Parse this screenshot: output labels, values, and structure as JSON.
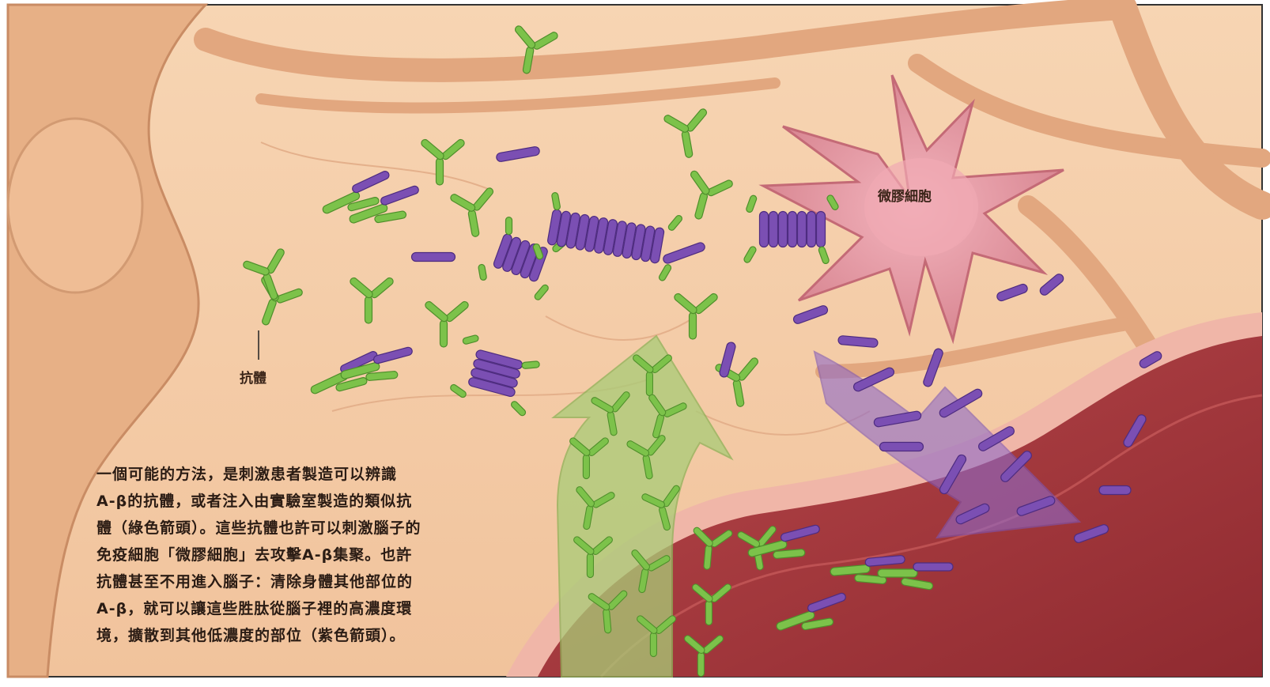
{
  "labels": {
    "microglia": "微膠細胞",
    "antibody": "抗體"
  },
  "caption_lines": [
    "一個可能的方法，是刺激患者製造可以辨識",
    "A-β的抗體，或者注入由實驗室製造的類似抗",
    "體（綠色箭頭）。這些抗體也許可以刺激腦子的",
    "免疫細胞「微膠細胞」去攻擊A-β集聚。也許",
    "抗體甚至不用進入腦子：清除身體其他部位的",
    "A-β，就可以讓這些胜肽從腦子裡的高濃度環",
    "境，擴散到其他低濃度的部位（紫色箭頭）。"
  ],
  "colors": {
    "background_tissue": "#f4c9a3",
    "neuron": "#eab48c",
    "antibody_green": "#7cc24a",
    "amyloid_purple": "#7b4fb3",
    "microglia_pink": "#e59aa4",
    "vessel_red": "#a8353a",
    "arrow_green": "#9dc46a",
    "arrow_purple": "#8a63c4"
  }
}
